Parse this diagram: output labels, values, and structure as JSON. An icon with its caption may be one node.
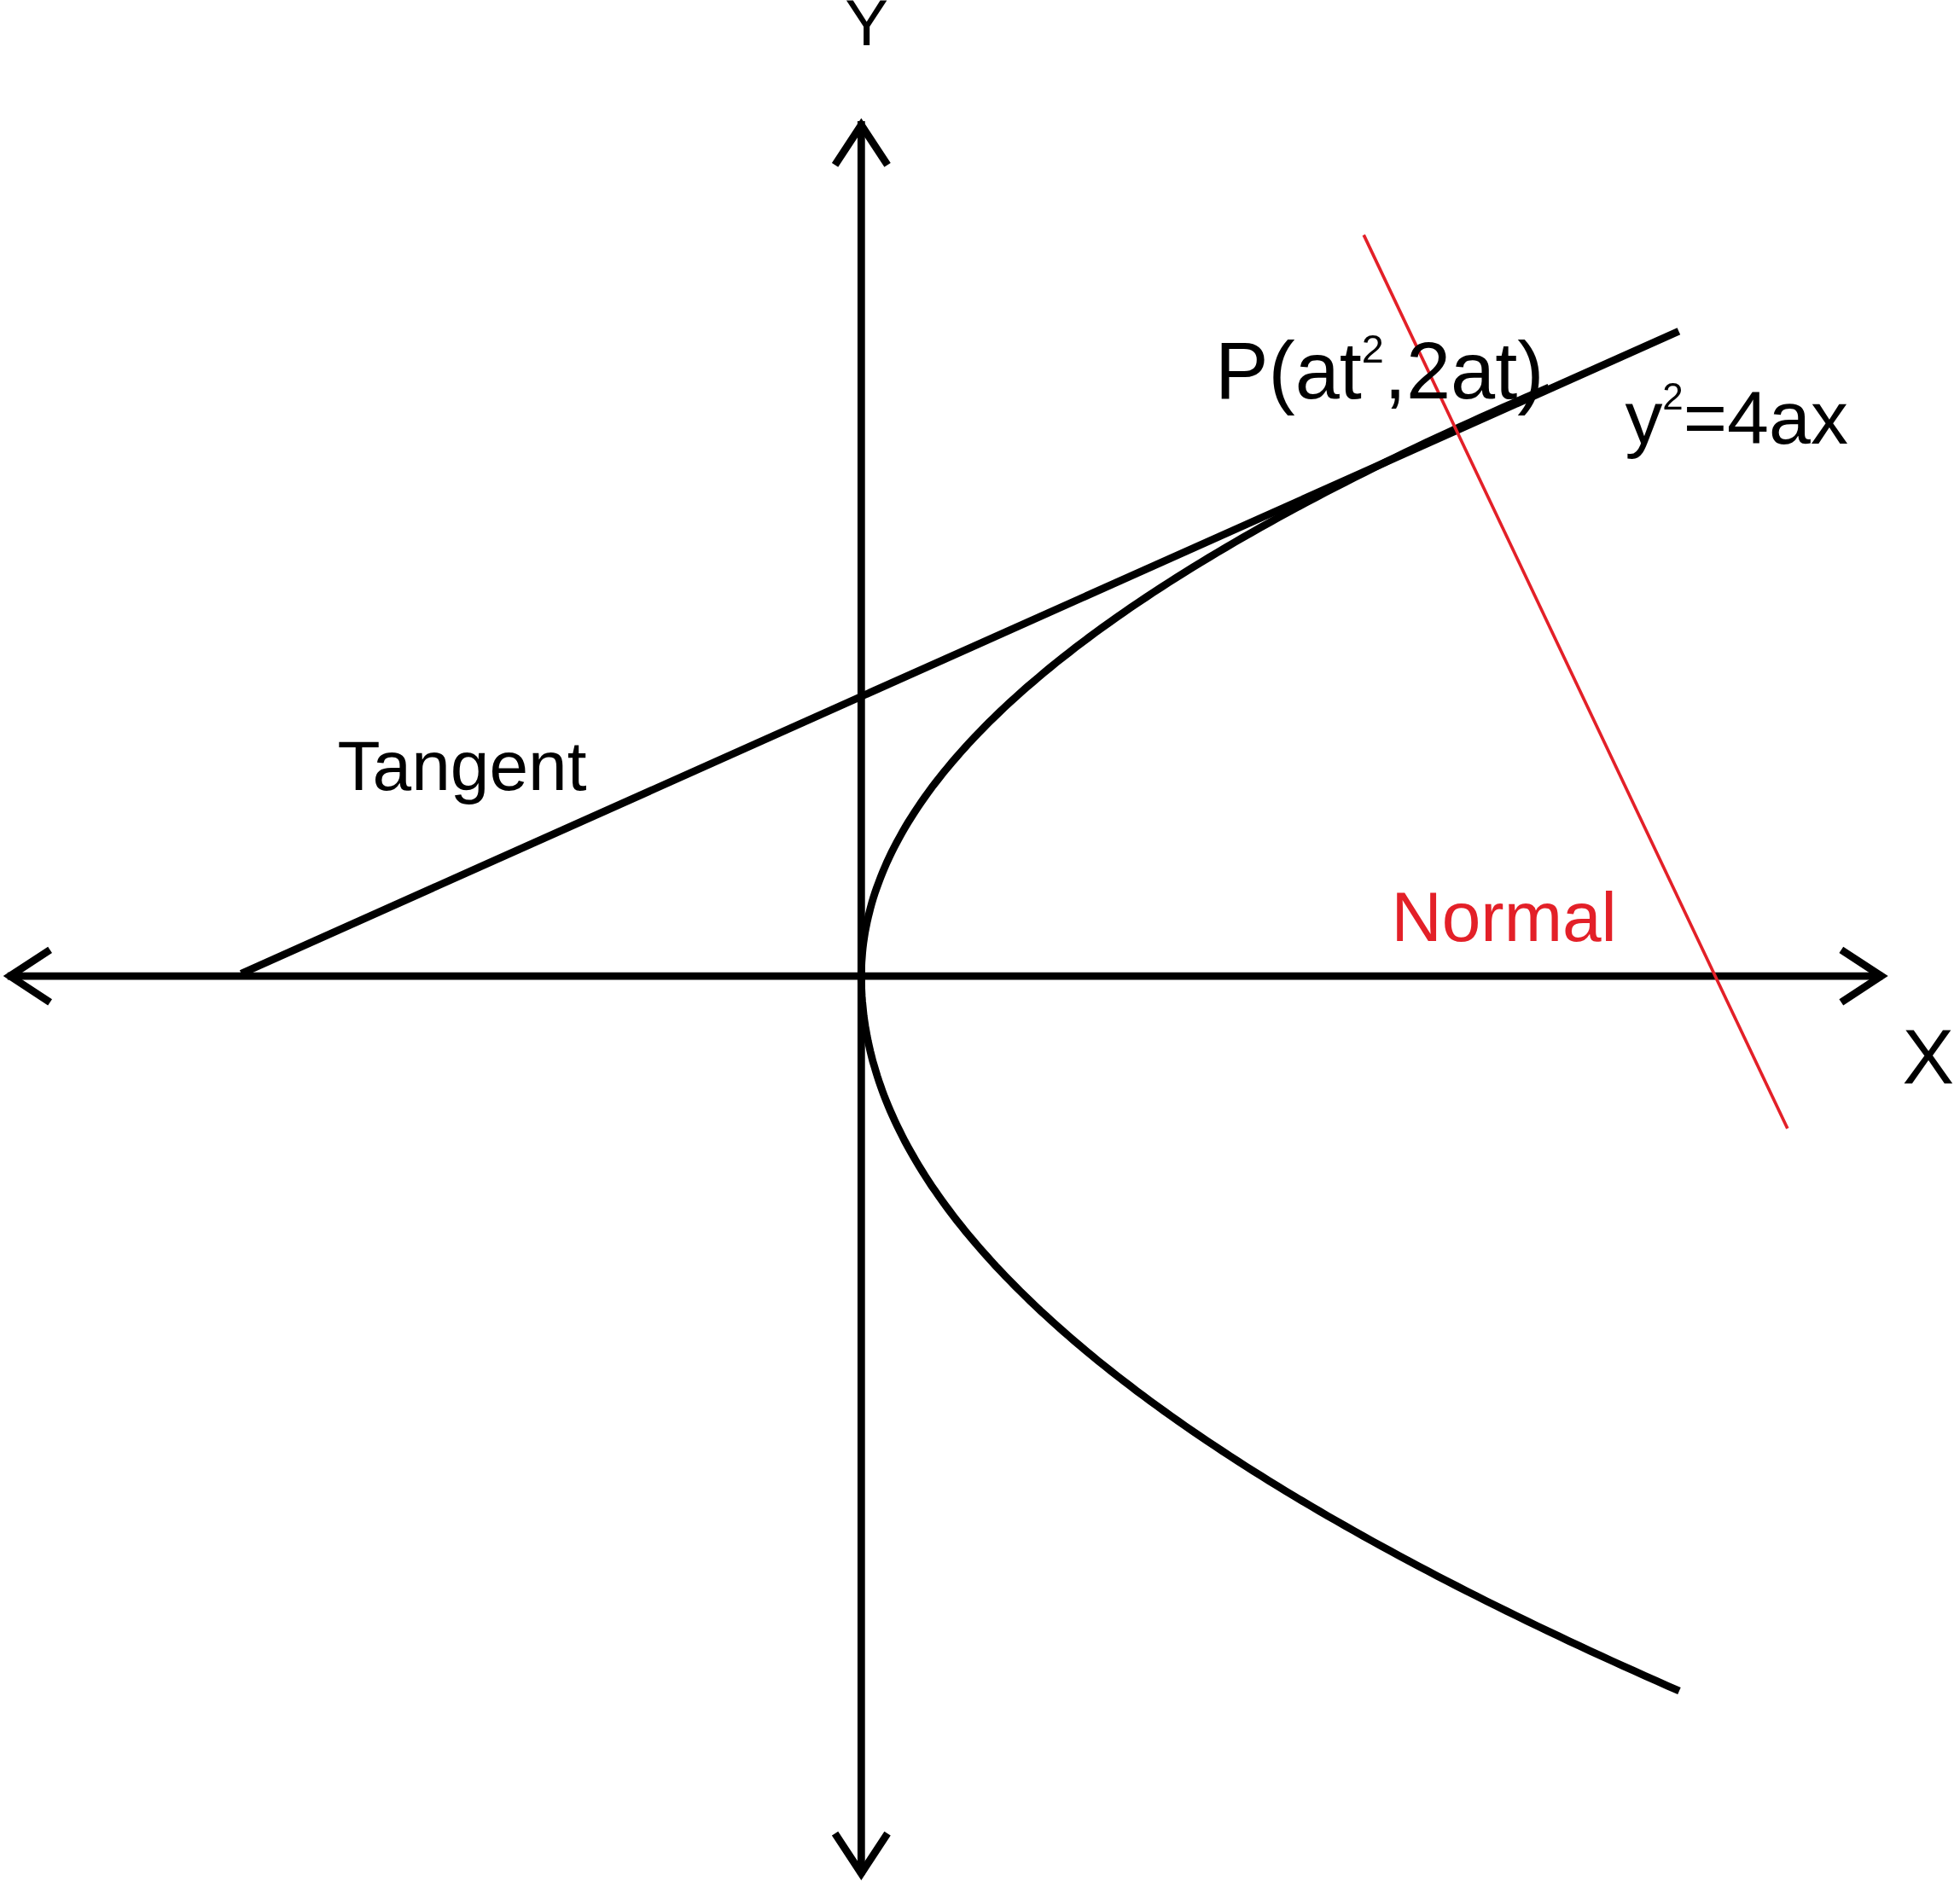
{
  "diagram": {
    "labels": [
      "Y",
      "P(at$^{2}$,2at)",
      "y$^{2}$=4ax",
      "Tangent",
      "Normal",
      "X"
    ]
  }
}
